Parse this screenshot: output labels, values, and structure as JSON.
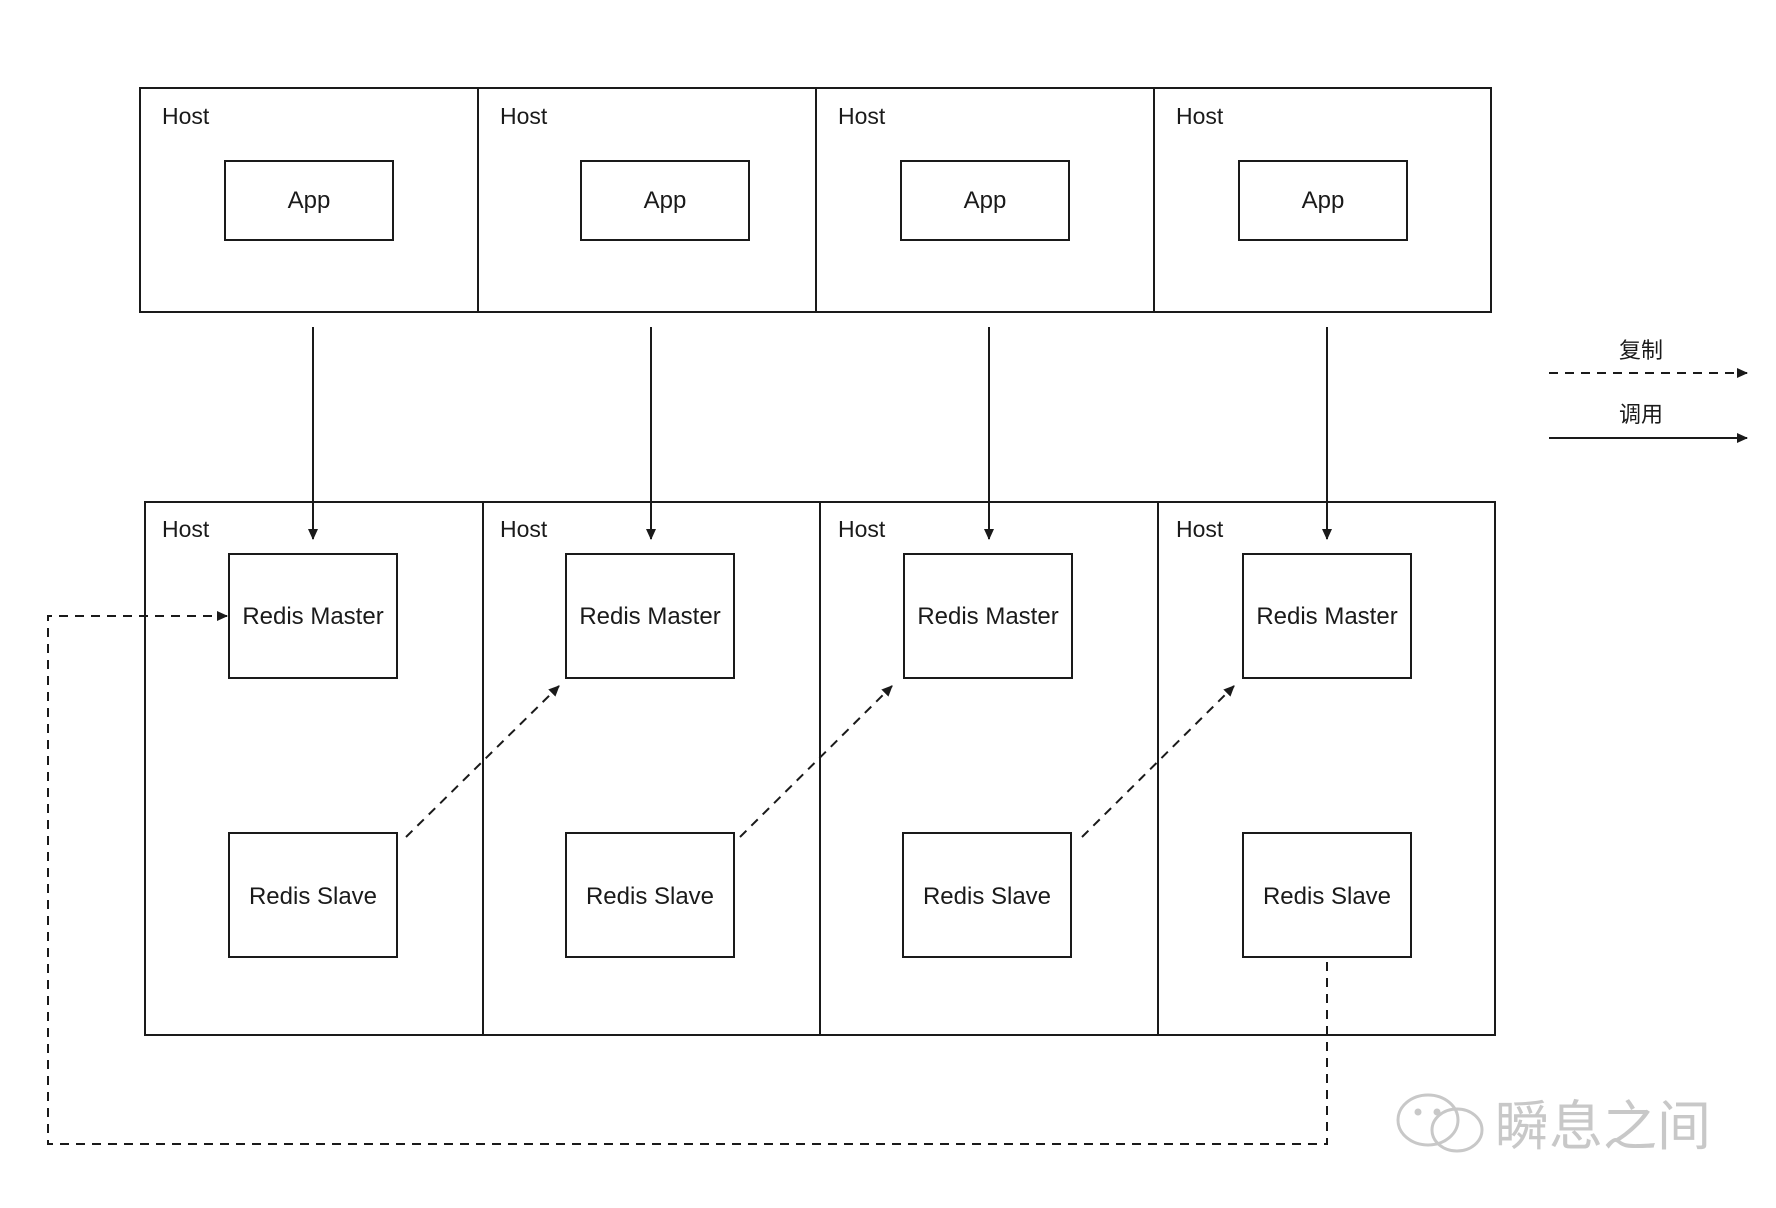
{
  "app_tier": {
    "hosts": [
      {
        "label": "Host",
        "app_label": "App"
      },
      {
        "label": "Host",
        "app_label": "App"
      },
      {
        "label": "Host",
        "app_label": "App"
      },
      {
        "label": "Host",
        "app_label": "App"
      }
    ]
  },
  "redis_tier": {
    "hosts": [
      {
        "label": "Host",
        "master_label": "Redis Master",
        "slave_label": "Redis Slave"
      },
      {
        "label": "Host",
        "master_label": "Redis Master",
        "slave_label": "Redis Slave"
      },
      {
        "label": "Host",
        "master_label": "Redis Master",
        "slave_label": "Redis Slave"
      },
      {
        "label": "Host",
        "master_label": "Redis Master",
        "slave_label": "Redis Slave"
      }
    ]
  },
  "legend": {
    "replication_label": "复制",
    "call_label": "调用"
  },
  "watermark": {
    "text": "瞬息之间",
    "icon": "wechat-icon"
  },
  "colors": {
    "stroke": "#1a1a1a",
    "watermark": "#c8c8c8",
    "background": "#ffffff"
  }
}
